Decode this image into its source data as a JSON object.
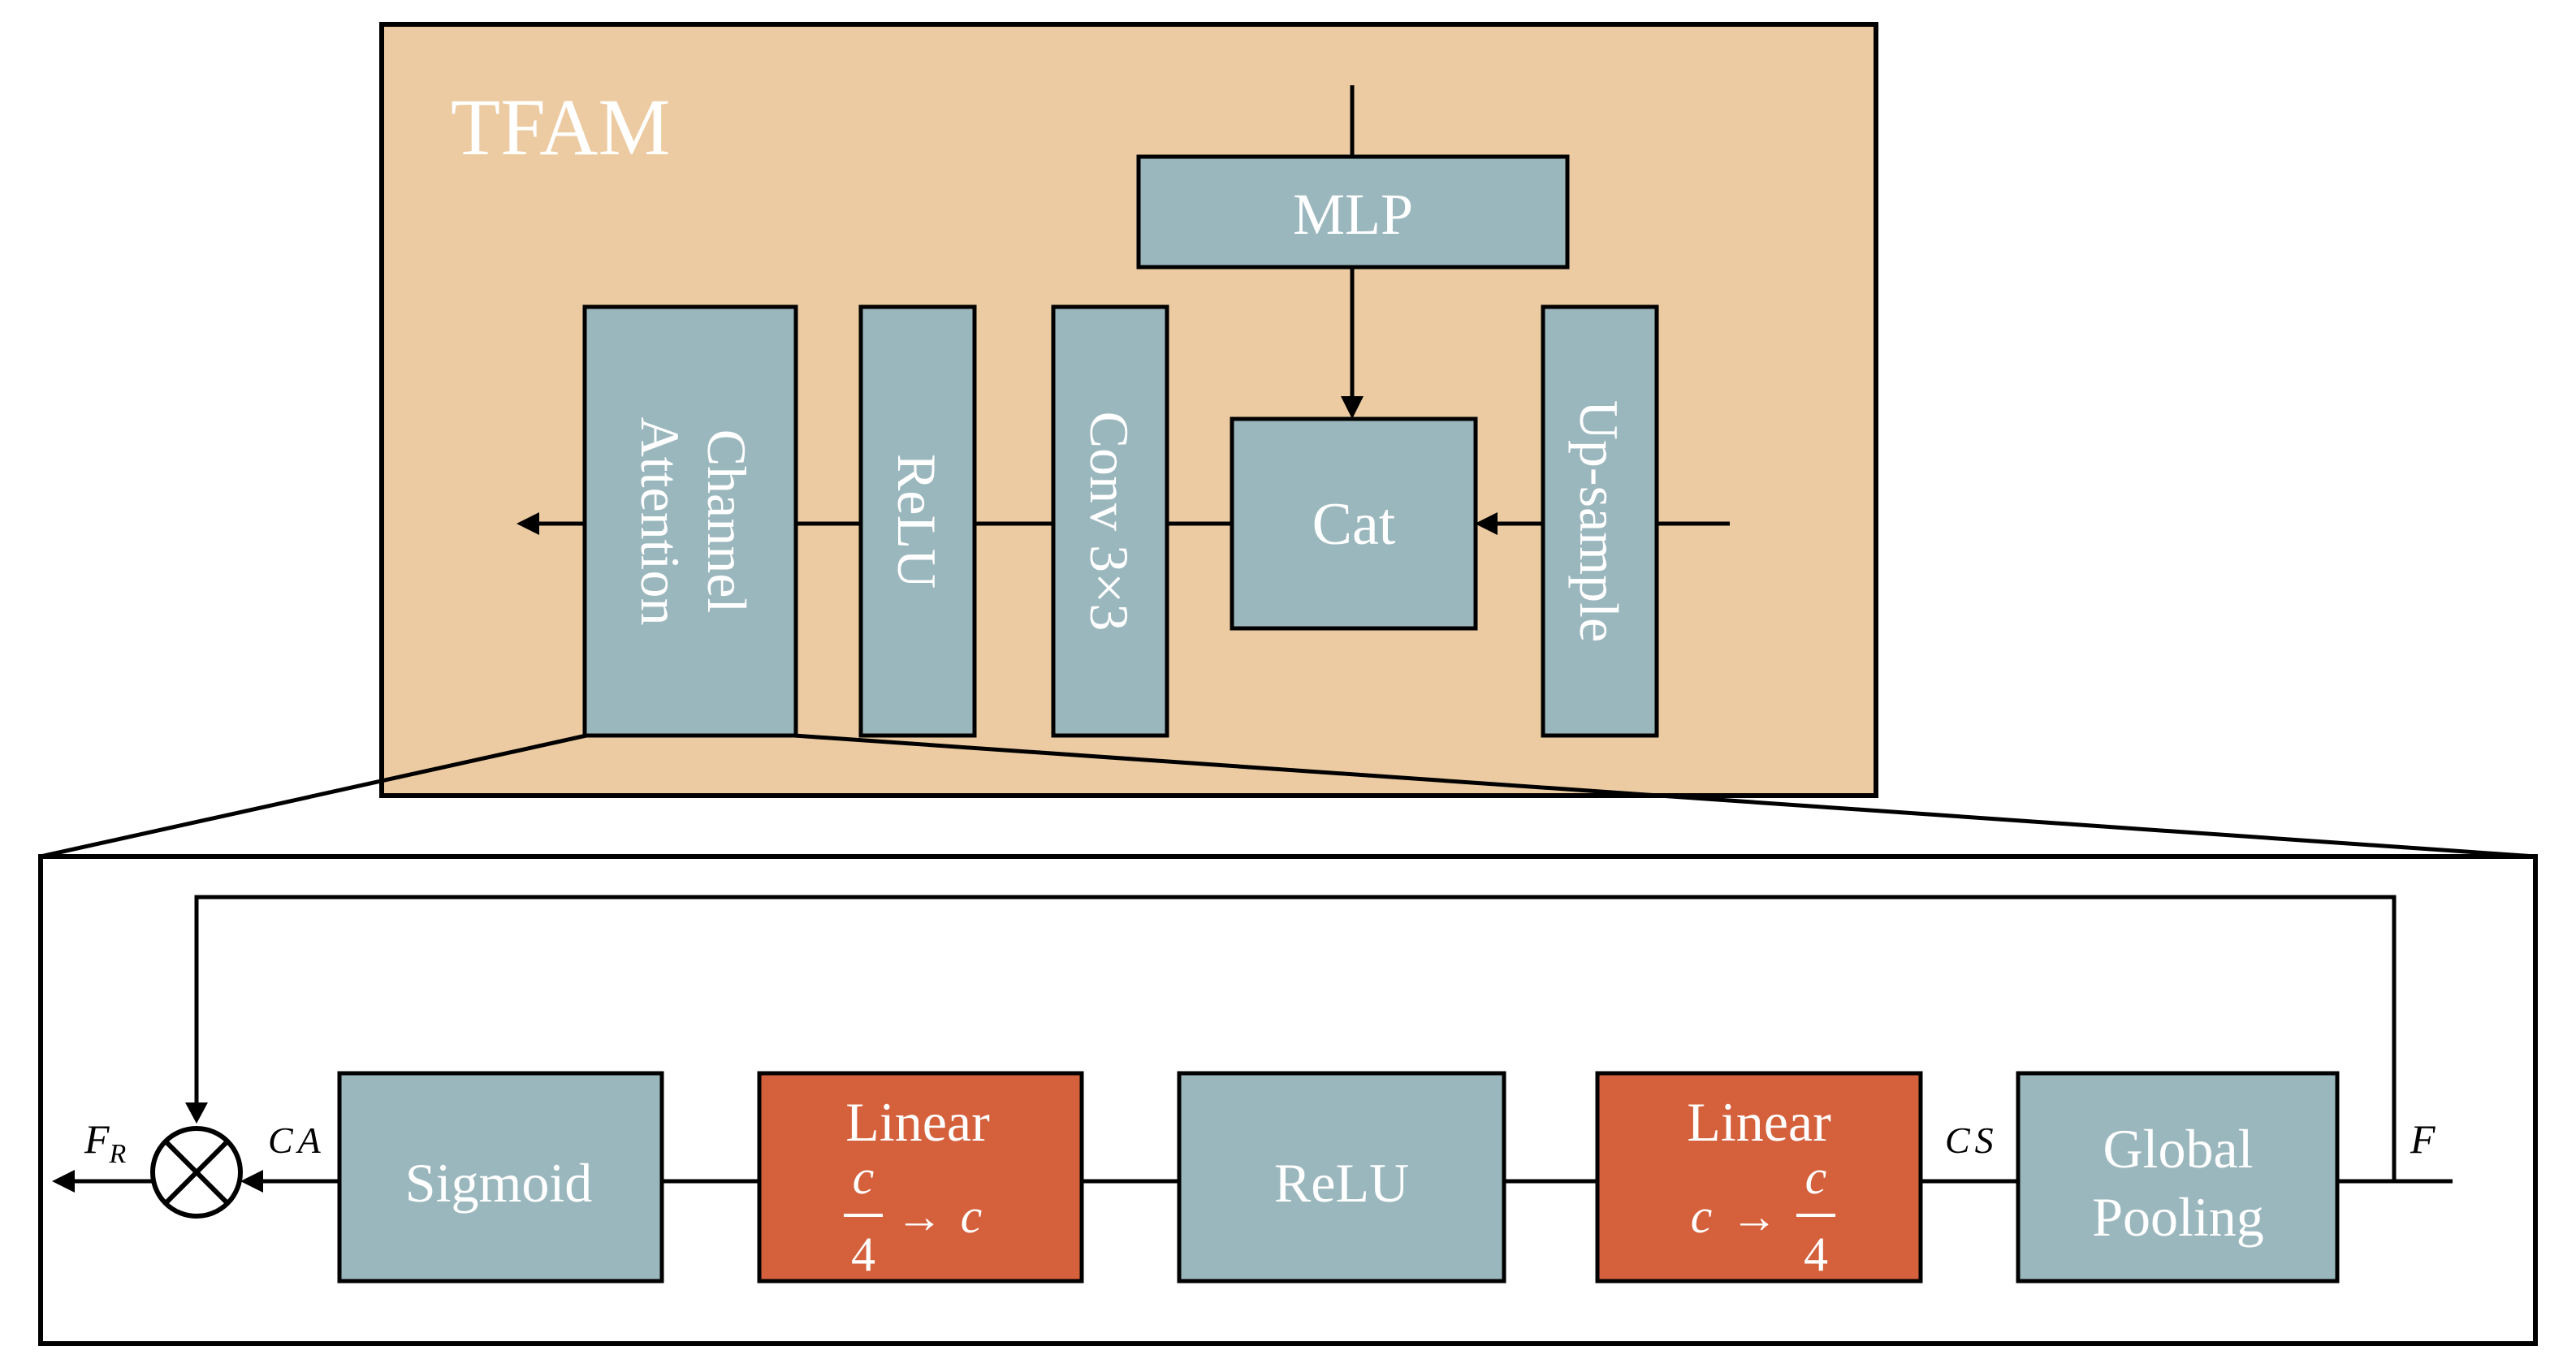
{
  "tfam": {
    "title": "TFAM",
    "blocks": {
      "mlp": "MLP",
      "cat": "Cat",
      "channel_attention_line1": "Channel",
      "channel_attention_line2": "Attention",
      "relu": "ReLU",
      "conv": "Conv 3×3",
      "upsample": "Up-sample"
    }
  },
  "channel_attention_detail": {
    "blocks": {
      "sigmoid": "Sigmoid",
      "linear_up": {
        "title": "Linear",
        "numerator": "c",
        "denominator": "4",
        "arrow": "→",
        "out": "c"
      },
      "relu": "ReLU",
      "linear_down": {
        "title": "Linear",
        "in": "c",
        "arrow": "→",
        "numerator": "c",
        "denominator": "4"
      },
      "global_pooling_line1": "Global",
      "global_pooling_line2": "Pooling"
    },
    "labels": {
      "fr_main": "F",
      "fr_sub": "R",
      "ca": "CA",
      "cs": "CS",
      "f": "F"
    }
  },
  "colors": {
    "tfam_background": "#EDCBA2",
    "block_fill": "#9BB7BE",
    "linear_fill": "#D5603C",
    "stroke": "#000000",
    "block_text": "#FFFFFF"
  }
}
